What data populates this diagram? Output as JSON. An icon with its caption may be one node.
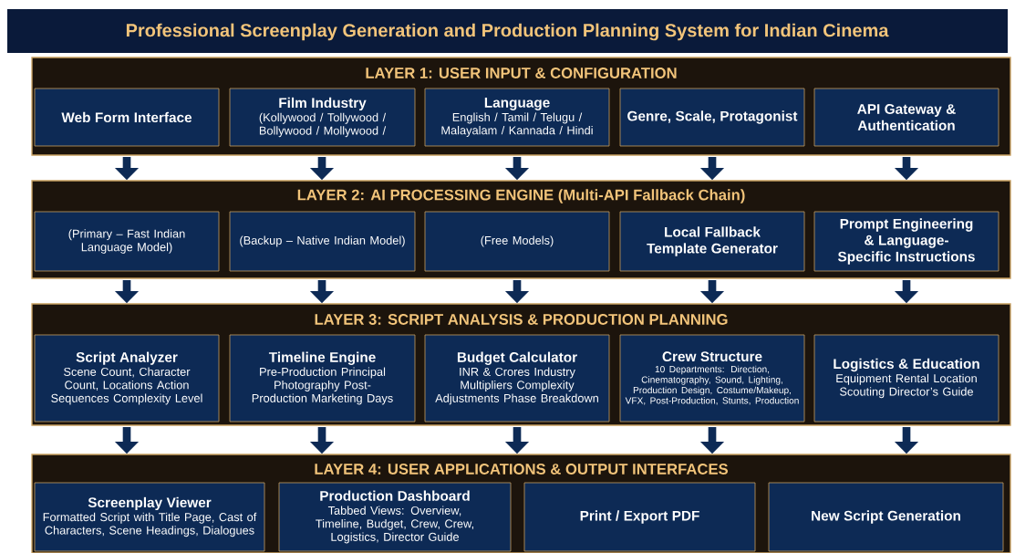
{
  "diagram": {
    "title": "Professional Screenplay Generation and Production Planning System for Indian Cinema",
    "nodes": [
      {
        "text": [
          "LAYER 1: USER INPUT & CONFIGURATION"
        ]
      },
      {
        "text": [
          "Web Form Interface"
        ],
        "in": 0
      },
      {
        "text": [
          "Film Industry",
          "(Kollywood / Tollywood / Bollywood / Mollywood /"
        ],
        "in": 0
      },
      {
        "text": [
          "Language",
          "English / Tamil / Telugu / Malayalam / Kannada / Hindi"
        ],
        "in": 0
      },
      {
        "text": [
          "Genre, Scale, Protagonist"
        ],
        "in": 0
      },
      {
        "text": [
          "API Gateway & Authentication"
        ],
        "in": 0
      },
      {
        "text": [
          "LAYER 2: AI PROCESSING ENGINE (Multi-API Fallback Chain)"
        ]
      },
      {
        "text": [
          "(Primary – Fast Indian Language Model)"
        ],
        "in": 6
      },
      {
        "text": [
          "(Backup – Native Indian Model)"
        ],
        "in": 6
      },
      {
        "text": [
          "(Free Models)"
        ],
        "in": 6
      },
      {
        "text": [
          "Local Fallback Template Generator"
        ],
        "in": 6
      },
      {
        "text": [
          "Prompt Engineering & Language-Specific Instructions"
        ],
        "in": 6
      },
      {
        "text": [
          "LAYER 3: SCRIPT ANALYSIS & PRODUCTION PLANNING"
        ]
      },
      {
        "text": [
          "Script Analyzer",
          "Scene Count, Character Count, Locations Action Sequences Complexity Level"
        ],
        "in": 12
      },
      {
        "text": [
          "Timeline Engine",
          "Pre-Production Principal Photography Post-Production Marketing Days"
        ],
        "in": 12
      },
      {
        "text": [
          "Budget Calculator",
          "INR & Crores Industry Multipliers Complexity Adjustments Phase Breakdown"
        ],
        "in": 12
      },
      {
        "text": [
          "Crew Structure",
          "10 Departments: Direction, Cinematography, Sound, Lighting, Production Design, Costume/Makeup, VFX, Post-Production, Stunts, Production"
        ],
        "in": 12
      },
      {
        "text": [
          "Logistics & Education",
          "Equipment Rental Location Scouting Director’s Guide"
        ],
        "in": 12
      },
      {
        "text": [
          "LAYER 4: USER APPLICATIONS & OUTPUT INTERFACES"
        ]
      },
      {
        "text": [
          "Screenplay Viewer",
          "Formatted Script with Title Page, Cast of Characters, Scene Headings, Dialogues"
        ],
        "in": 18
      },
      {
        "text": [
          "Production Dashboard",
          "Tabbed Views: Overview, Timeline, Budget, Crew, Crew, Logistics, Director Guide"
        ],
        "in": 18
      },
      {
        "text": [
          "Print / Export PDF"
        ],
        "in": 18
      },
      {
        "text": [
          "New Script Generation"
        ],
        "in": 18
      }
    ],
    "edges": [
      {
        "from": 0,
        "to": 6,
        "arrow": "to"
      },
      {
        "from": 0,
        "to": 6,
        "arrow": "to"
      },
      {
        "from": 0,
        "to": 6,
        "arrow": "to"
      },
      {
        "from": 0,
        "to": 6,
        "arrow": "to"
      },
      {
        "from": 0,
        "to": 6,
        "arrow": "to"
      },
      {
        "from": 6,
        "to": 12,
        "arrow": "to"
      },
      {
        "from": 6,
        "to": 12,
        "arrow": "to"
      },
      {
        "from": 6,
        "to": 12,
        "arrow": "to"
      },
      {
        "from": 6,
        "to": 12,
        "arrow": "to"
      },
      {
        "from": 6,
        "to": 12,
        "arrow": "to"
      },
      {
        "from": 12,
        "to": 18,
        "arrow": "to"
      },
      {
        "from": 12,
        "to": 18,
        "arrow": "to"
      },
      {
        "from": 12,
        "to": 18,
        "arrow": "to"
      },
      {
        "from": 12,
        "to": 18,
        "arrow": "to"
      },
      {
        "from": 12,
        "to": 18,
        "arrow": "to"
      }
    ]
  }
}
